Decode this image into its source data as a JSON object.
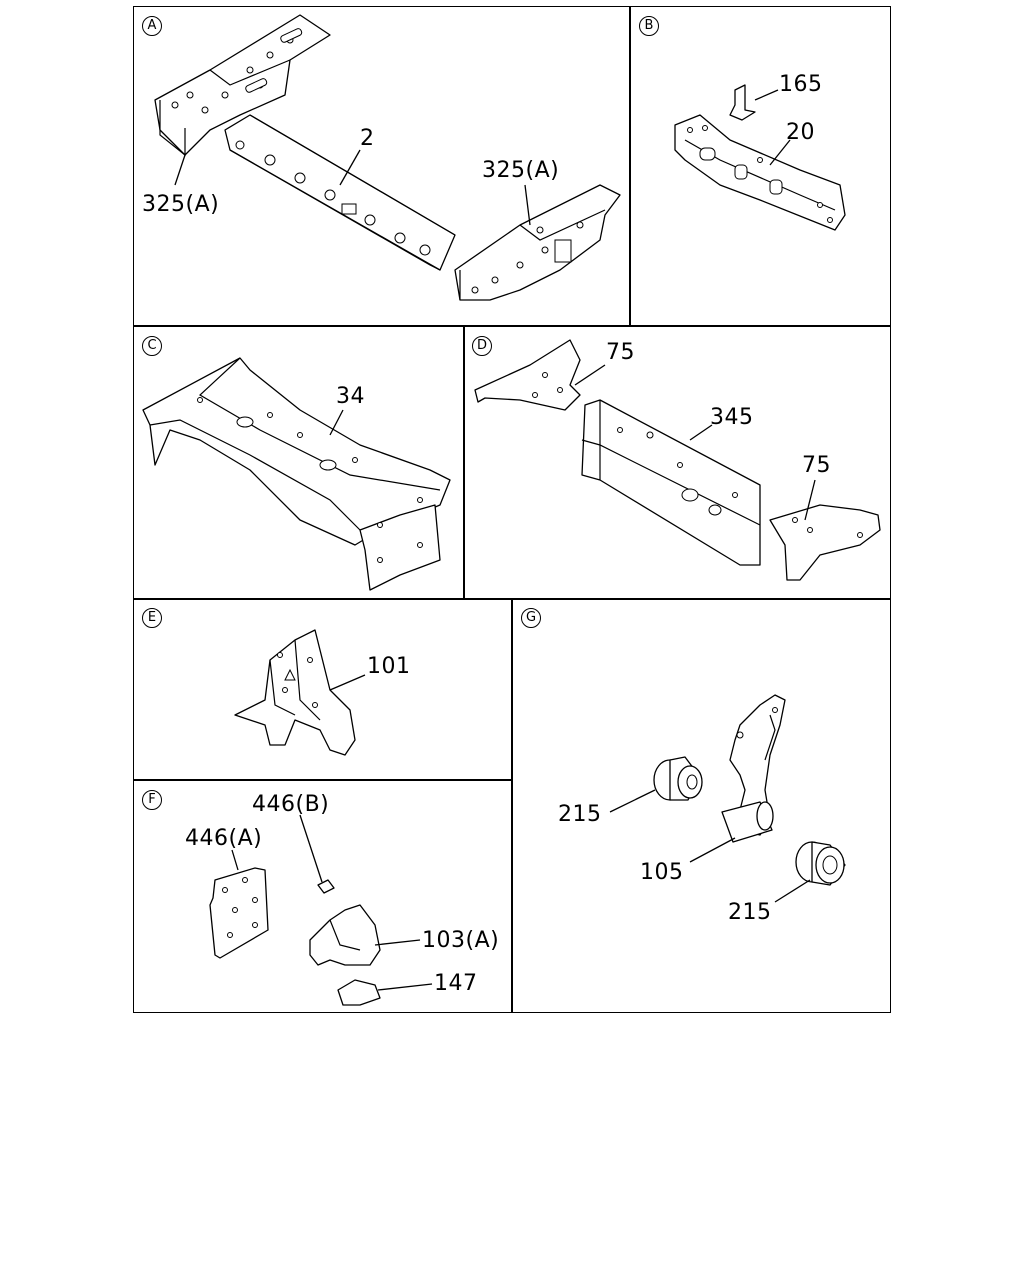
{
  "panels": {
    "A": {
      "letter": "A",
      "labels": {
        "l2": "2",
        "l325a_left": "325(A)",
        "l325a_right": "325(A)"
      }
    },
    "B": {
      "letter": "B",
      "labels": {
        "l165": "165",
        "l20": "20"
      }
    },
    "C": {
      "letter": "C",
      "labels": {
        "l34": "34"
      }
    },
    "D": {
      "letter": "D",
      "labels": {
        "l75_top": "75",
        "l345": "345",
        "l75_right": "75"
      }
    },
    "E": {
      "letter": "E",
      "labels": {
        "l101": "101"
      }
    },
    "F": {
      "letter": "F",
      "labels": {
        "l446b": "446(B)",
        "l446a": "446(A)",
        "l103a": "103(A)",
        "l147": "147"
      }
    },
    "G": {
      "letter": "G",
      "labels": {
        "l215_top": "215",
        "l105": "105",
        "l215_bottom": "215"
      }
    }
  },
  "icons": {
    "frame_rail": "frame-rail-icon",
    "bracket": "bracket-icon",
    "bushing": "bushing-icon"
  }
}
